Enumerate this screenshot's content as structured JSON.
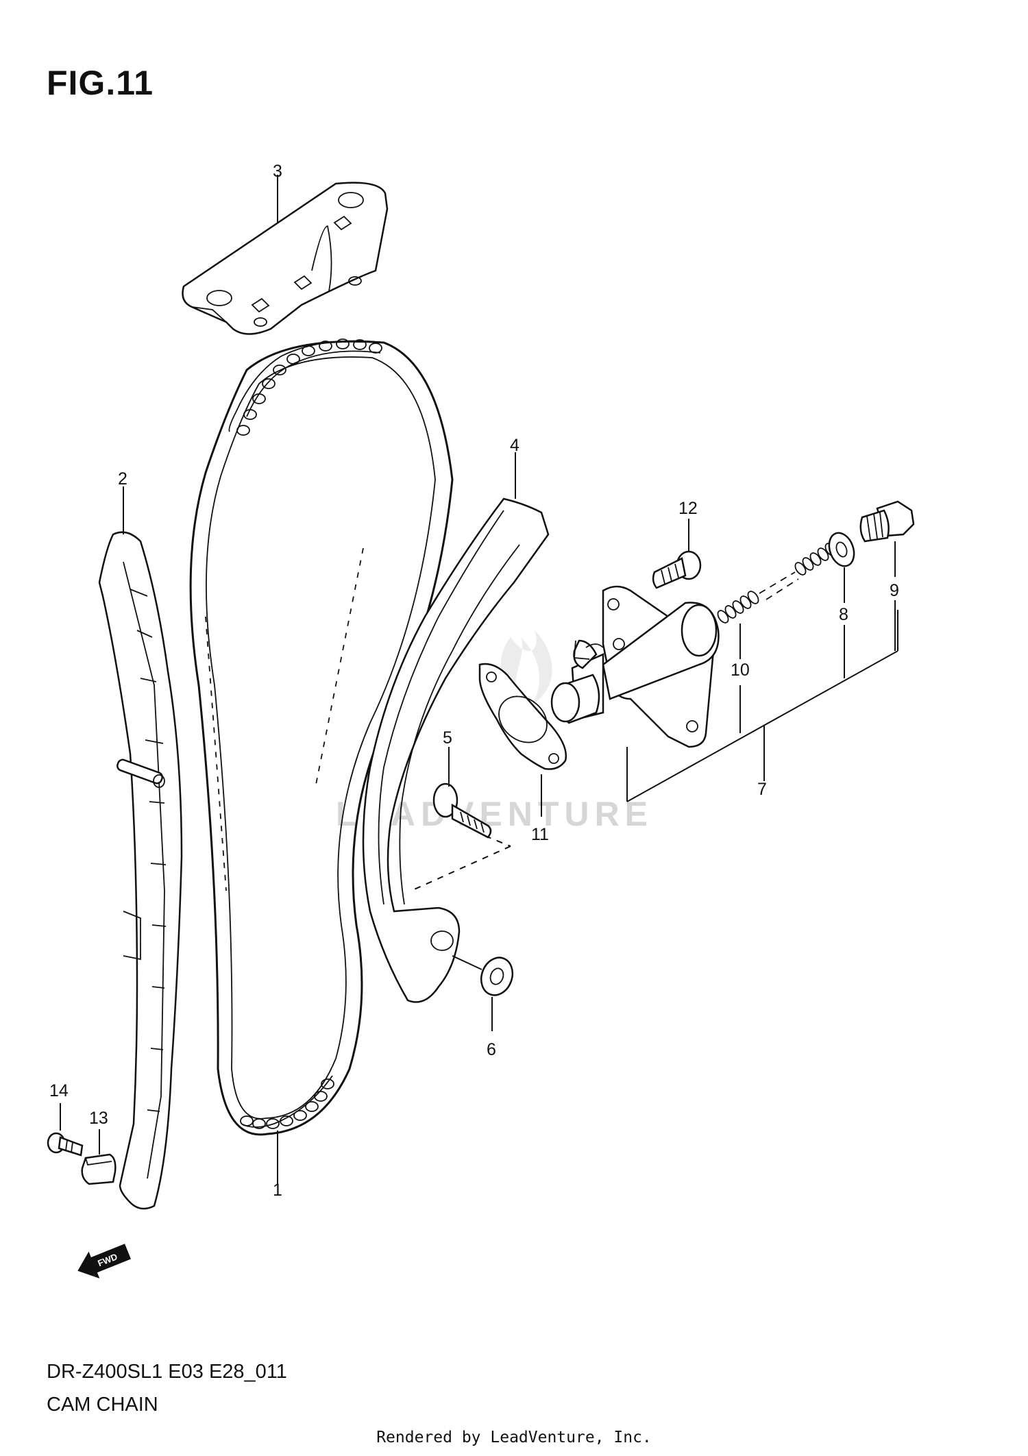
{
  "figure": {
    "title": "FIG.11",
    "model_code": "DR-Z400SL1 E03 E28_011",
    "section_name": "CAM CHAIN"
  },
  "watermark": "LEADVENTURE",
  "footer": "Rendered by LeadVenture, Inc.",
  "direction_badge": "FWD",
  "callouts": {
    "c1": "1",
    "c2": "2",
    "c3": "3",
    "c4": "4",
    "c5": "5",
    "c6": "6",
    "c7": "7",
    "c8": "8",
    "c9": "9",
    "c10": "10",
    "c11": "11",
    "c12": "12",
    "c13": "13",
    "c14": "14"
  }
}
